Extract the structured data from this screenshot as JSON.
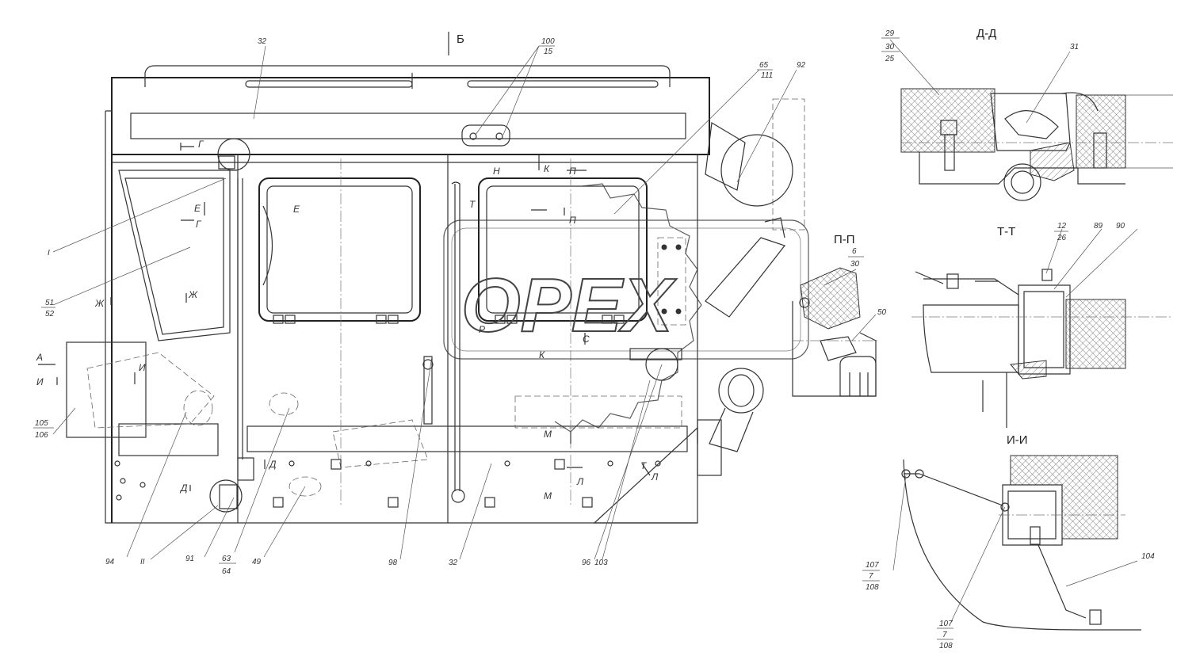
{
  "watermark": "OPEX",
  "section_titles": {
    "dd": "Д-Д",
    "tt": "Т-Т",
    "pp": "П-П",
    "ii": "И-И"
  },
  "view_markers": {
    "b": "Б",
    "a": "А",
    "g": "Г",
    "g2": "Г",
    "e": "Е",
    "e2": "Е",
    "zh": "Ж",
    "zh2": "Ж",
    "i": "И",
    "i2": "И",
    "n": "Н",
    "k": "К",
    "k2": "К",
    "p": "П",
    "p2": "П",
    "t": "Т",
    "s": "С",
    "r": "Р",
    "d": "Д",
    "d2": "Д",
    "m": "М",
    "m2": "М",
    "l": "Л",
    "l2": "Л",
    "t2": "Т"
  },
  "callouts": {
    "c32a": "32",
    "c100": "100",
    "c15": "15",
    "c65": "65",
    "c111": "111",
    "c92": "92",
    "cI": "I",
    "c51": "51",
    "c52": "52",
    "c105": "105",
    "c106": "106",
    "c94": "94",
    "cII": "II",
    "c91": "91",
    "c63": "63",
    "c64": "64",
    "c49": "49",
    "c98": "98",
    "c32b": "32",
    "c96": "96",
    "c103": "103",
    "c29": "29",
    "c30": "30",
    "c25": "25",
    "c31": "31",
    "c12": "12",
    "c26": "26",
    "c89": "89",
    "c90": "90",
    "c6": "6",
    "c30b": "30",
    "c50": "50",
    "c107a": "107",
    "c7a": "7",
    "c108a": "108",
    "c107b": "107",
    "c7b": "7",
    "c108b": "108",
    "c104": "104"
  }
}
